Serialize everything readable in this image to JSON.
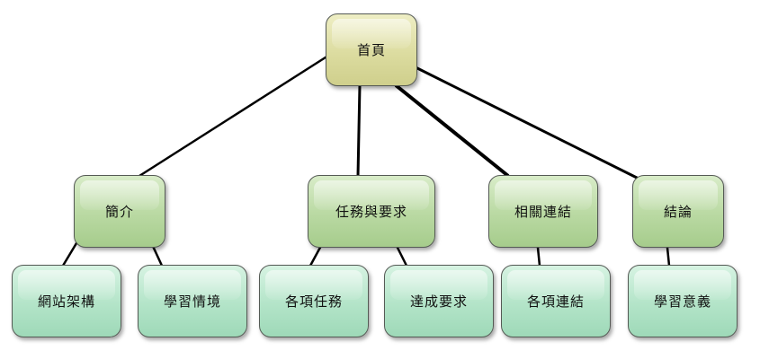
{
  "root": {
    "label": "首頁"
  },
  "level1": [
    {
      "id": "intro",
      "label": "簡介"
    },
    {
      "id": "task",
      "label": "任務與要求"
    },
    {
      "id": "links",
      "label": "相關連結"
    },
    {
      "id": "conclusion",
      "label": "結論"
    }
  ],
  "level2": [
    {
      "id": "site-structure",
      "label": "網站架構",
      "parent": "intro"
    },
    {
      "id": "learning-context",
      "label": "學習情境",
      "parent": "intro"
    },
    {
      "id": "tasks",
      "label": "各項任務",
      "parent": "task"
    },
    {
      "id": "requirements",
      "label": "達成要求",
      "parent": "task"
    },
    {
      "id": "link-list",
      "label": "各項連結",
      "parent": "links"
    },
    {
      "id": "significance",
      "label": "學習意義",
      "parent": "conclusion"
    }
  ],
  "colors": {
    "root_fill": "#dcdca0",
    "mid_fill": "#b9d9a2",
    "leaf_fill": "#b3e4c8",
    "connector": "#000000"
  }
}
